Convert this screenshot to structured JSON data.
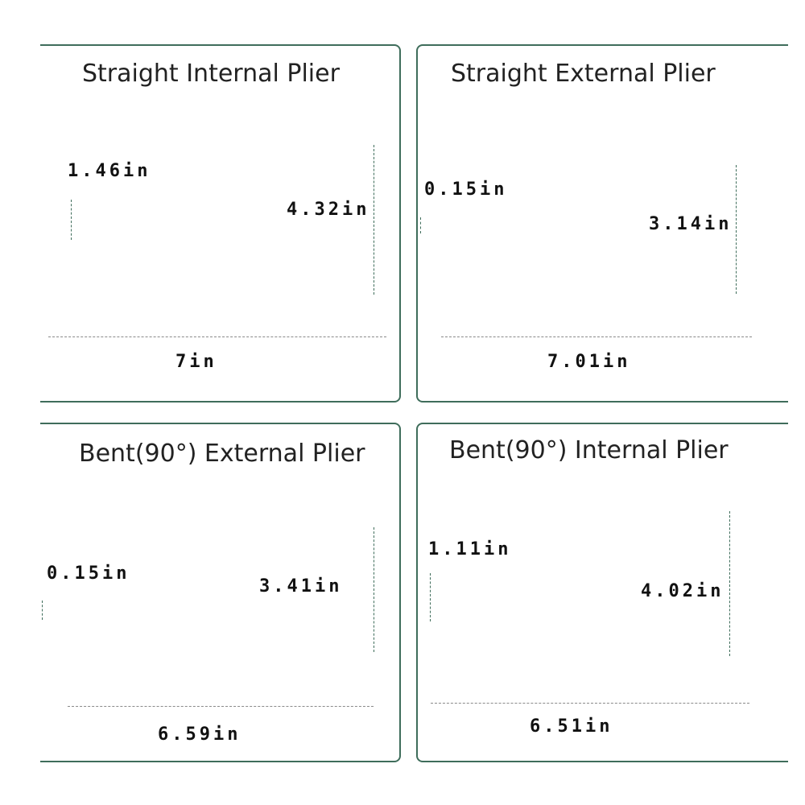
{
  "panels": [
    {
      "title": "Straight Internal Plier",
      "tip": "1.46in",
      "height": "4.32in",
      "length": "7in"
    },
    {
      "title": "Straight External Plier",
      "tip": "0.15in",
      "height": "3.14in",
      "length": "7.01in"
    },
    {
      "title": "Bent(90°) External Plier",
      "tip": "0.15in",
      "height": "3.41in",
      "length": "6.59in"
    },
    {
      "title": "Bent(90°) Internal Plier",
      "tip": "1.11in",
      "height": "4.02in",
      "length": "6.51in"
    }
  ],
  "colors": {
    "handle": "#1f5a3c",
    "band": "#f0c800",
    "metal": "#c8c8c8",
    "jaw": "#2a2a2a",
    "border": "#3f6d5b"
  }
}
